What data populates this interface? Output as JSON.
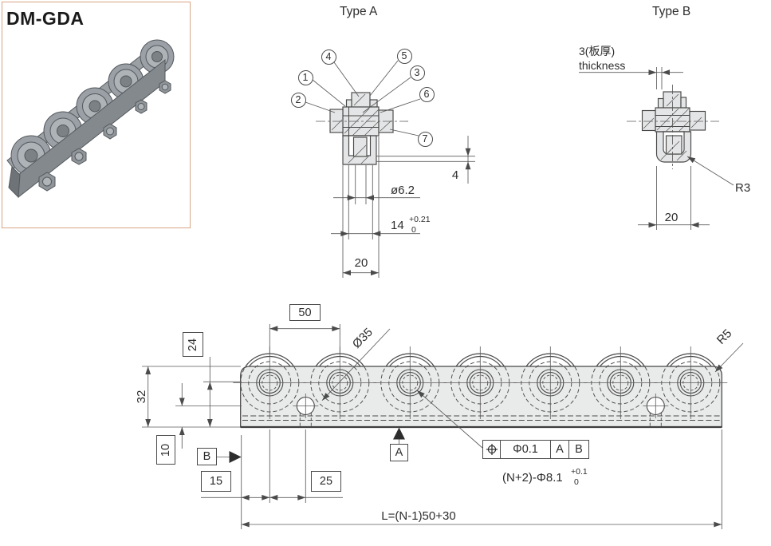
{
  "product": {
    "title": "DM-GDA"
  },
  "type_a": {
    "title": "Type A",
    "callouts": [
      "1",
      "2",
      "3",
      "4",
      "5",
      "6",
      "7"
    ],
    "dim_gap": "4",
    "dim_hole": "ø6.2",
    "dim_width_inner": "14",
    "dim_width_inner_tol_plus": "+0.21",
    "dim_width_inner_tol_minus": "0",
    "dim_width_outer": "20"
  },
  "type_b": {
    "title": "Type B",
    "thickness_label_cjk": "3(板厚)",
    "thickness_label_en": "thickness",
    "radius_note": "R3",
    "dim_width_outer": "20"
  },
  "profile": {
    "rollers_visible": 7,
    "dim_pitch": "50",
    "dim_roller_center_height": "24",
    "dim_rail_height": "32",
    "dim_hole_center_height": "10",
    "dim_end_offset": "15",
    "dim_hole_offset": "25",
    "roller_diameter": "Ø35",
    "corner_radius": "R5",
    "datum_a": "A",
    "datum_b": "B",
    "fcf_tolerance": "Φ0.1",
    "fcf_datum_1": "A",
    "fcf_datum_2": "B",
    "hole_note": "(N+2)-Φ8.1",
    "hole_note_tol_plus": "+0.1",
    "hole_note_tol_minus": "0",
    "length_formula": "L=(N-1)50+30"
  },
  "colors": {
    "accent_border": "#d9a584",
    "line": "#4b4b4b",
    "fill_light": "#e9eaea"
  }
}
